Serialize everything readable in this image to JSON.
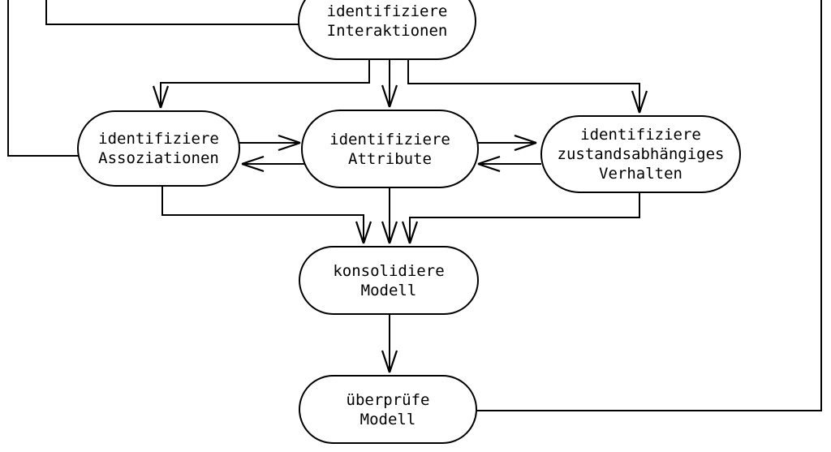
{
  "diagram": {
    "background_color": "#ffffff",
    "line_color": "#000000",
    "nodes": {
      "interaktionen": {
        "label": "identifiziere\nInteraktionen"
      },
      "assoziationen": {
        "label": "identifiziere\nAssoziationen"
      },
      "attribute": {
        "label": "identifiziere\nAttribute"
      },
      "verhalten": {
        "label": "identifiziere\nzustandsabhängiges\nVerhalten"
      },
      "konsolidiere": {
        "label": "konsolidiere\nModell"
      },
      "ueberpruefe": {
        "label": "überprüfe\nModell"
      }
    }
  }
}
